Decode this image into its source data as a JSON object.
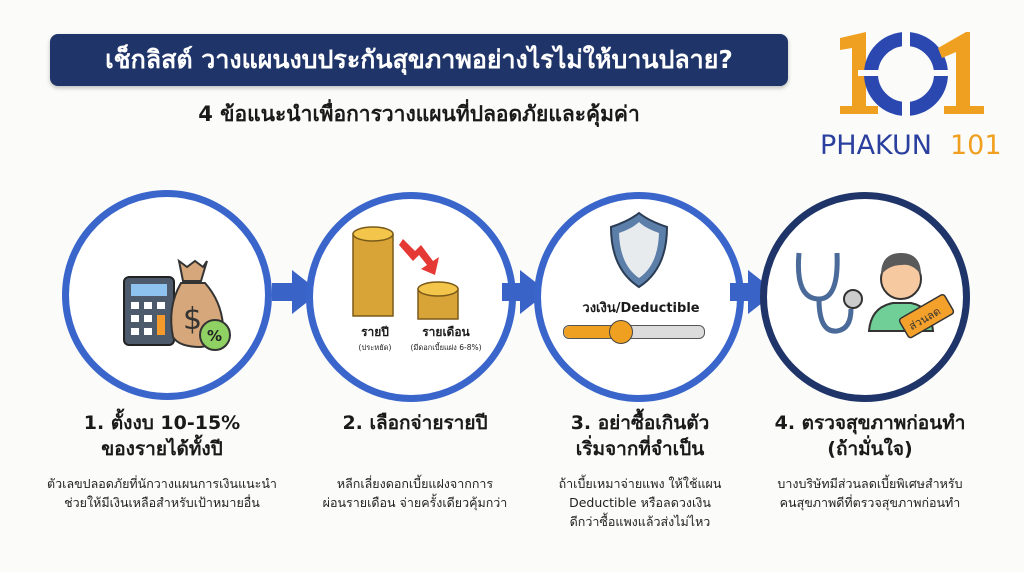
{
  "header": {
    "title": "เช็กลิสต์  วางแผนงบประกันสุขภาพอย่างไรไม่ให้บานปลาย?",
    "subtitle": "4 ข้อแนะนำเพื่อการวางแผนที่ปลอดภัยและคุ้มค่า"
  },
  "logo": {
    "mark": "101",
    "text_main": "PHAKUN",
    "text_suffix": "101"
  },
  "colors": {
    "navy": "#1f3468",
    "blue": "#3a66cc",
    "orange": "#f0a020"
  },
  "steps": [
    {
      "icon": "calculator-money-bag-icon",
      "title_line1": "1. ตั้งงบ 10-15%",
      "title_line2": "ของรายได้ทั้งปี",
      "desc_line1": "ตัวเลขปลอดภัยที่นักวางแผนการเงินแนะนำ",
      "desc_line2": "ช่วยให้มีเงินเหลือสำหรับเป้าหมายอื่น"
    },
    {
      "icon": "coin-stacks-icon",
      "yearly_label": "รายปี",
      "yearly_note": "(ประหยัด)",
      "monthly_label": "รายเดือน",
      "monthly_note": "(มีดอกเบี้ยแฝง 6-8%)",
      "title_line1": "2. เลือกจ่ายรายปี",
      "desc_line1": "หลีกเลี่ยงดอกเบี้ยแฝงจากการ",
      "desc_line2": "ผ่อนรายเดือน จ่ายครั้งเดียวคุ้มกว่า"
    },
    {
      "icon": "shield-slider-icon",
      "slider_label": "วงเงิน/Deductible",
      "slider_value_percent": 40,
      "title_line1": "3. อย่าซื้อเกินตัว",
      "title_line2": "เริ่มจากที่จำเป็น",
      "desc_line1": "ถ้าเบี้ยเหมาจ่ายแพง ให้ใช้แผน",
      "desc_line2": "Deductible หรือลดวงเงิน",
      "desc_line3": "ดีกว่าซื้อแพงแล้วส่งไม่ไหว"
    },
    {
      "icon": "stethoscope-doctor-icon",
      "tag_label": "ส่วนลด",
      "title_line1": "4. ตรวจสุขภาพก่อนทำ",
      "title_line2": "(ถ้ามั่นใจ)",
      "desc_line1": "บางบริษัทมีส่วนลดเบี้ยพิเศษสำหรับ",
      "desc_line2": "คนสุขภาพดีที่ตรวจสุขภาพก่อนทำ"
    }
  ]
}
